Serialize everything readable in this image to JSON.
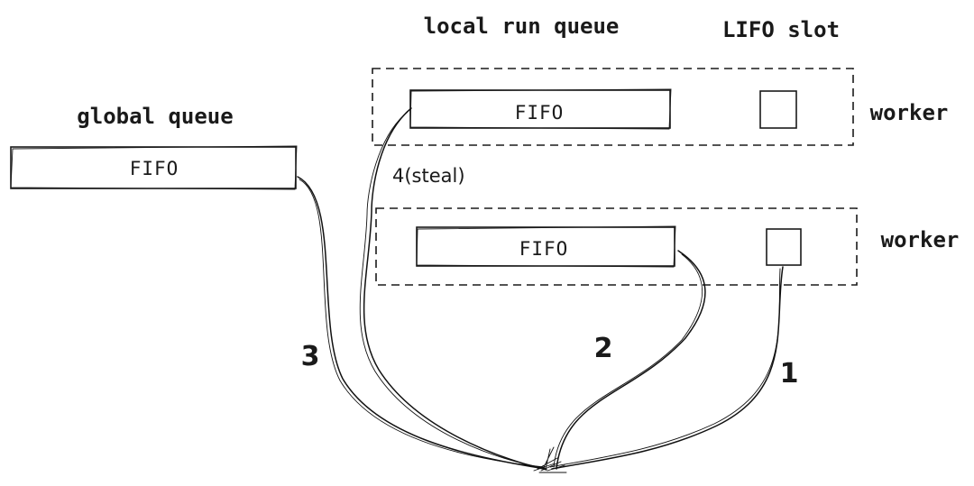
{
  "labels": {
    "local_run_queue": "local run queue",
    "lifo_slot": "LIFO slot",
    "global_queue": "global queue",
    "worker_1": "worker",
    "worker_2": "worker"
  },
  "queues": {
    "global_fifo": "FIFO",
    "worker_1_fifo": "FIFO",
    "worker_2_fifo": "FIFO"
  },
  "steps": {
    "step_1": "1",
    "step_2": "2",
    "step_3": "3",
    "step_4": "4(steal)"
  }
}
